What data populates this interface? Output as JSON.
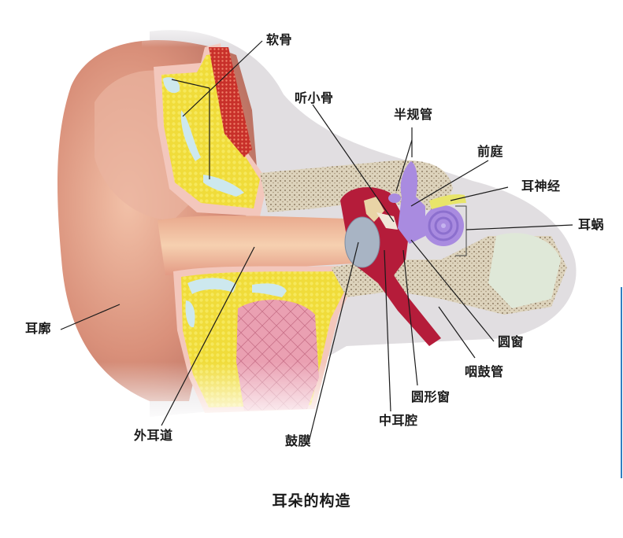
{
  "figure": {
    "caption": "耳朵的构造",
    "accent_line_color": "#2f7fc1"
  },
  "labels": {
    "cartilage": "软骨",
    "ossicles": "听小骨",
    "semicircular_canals": "半规管",
    "vestibule": "前庭",
    "auditory_nerve": "耳神经",
    "cochlea": "耳蜗",
    "auricle": "耳廓",
    "round_window": "圆窗",
    "eustachian_tube": "咽鼓管",
    "oval_window": "圆形窗",
    "middle_ear_cavity": "中耳腔",
    "eardrum": "鼓膜",
    "ear_canal": "外耳道"
  },
  "colors": {
    "skin": "#d9907a",
    "cartilage_fat": "#f0dc3a",
    "cartilage_pocket": "#cde8ee",
    "bone": "#d8cfb8",
    "inner_ear": "#a98be0",
    "middle_ear": "#b51c3a",
    "eardrum": "#a8b4c4",
    "nerve": "#e8e56a",
    "gland": "#e9a0b0"
  }
}
